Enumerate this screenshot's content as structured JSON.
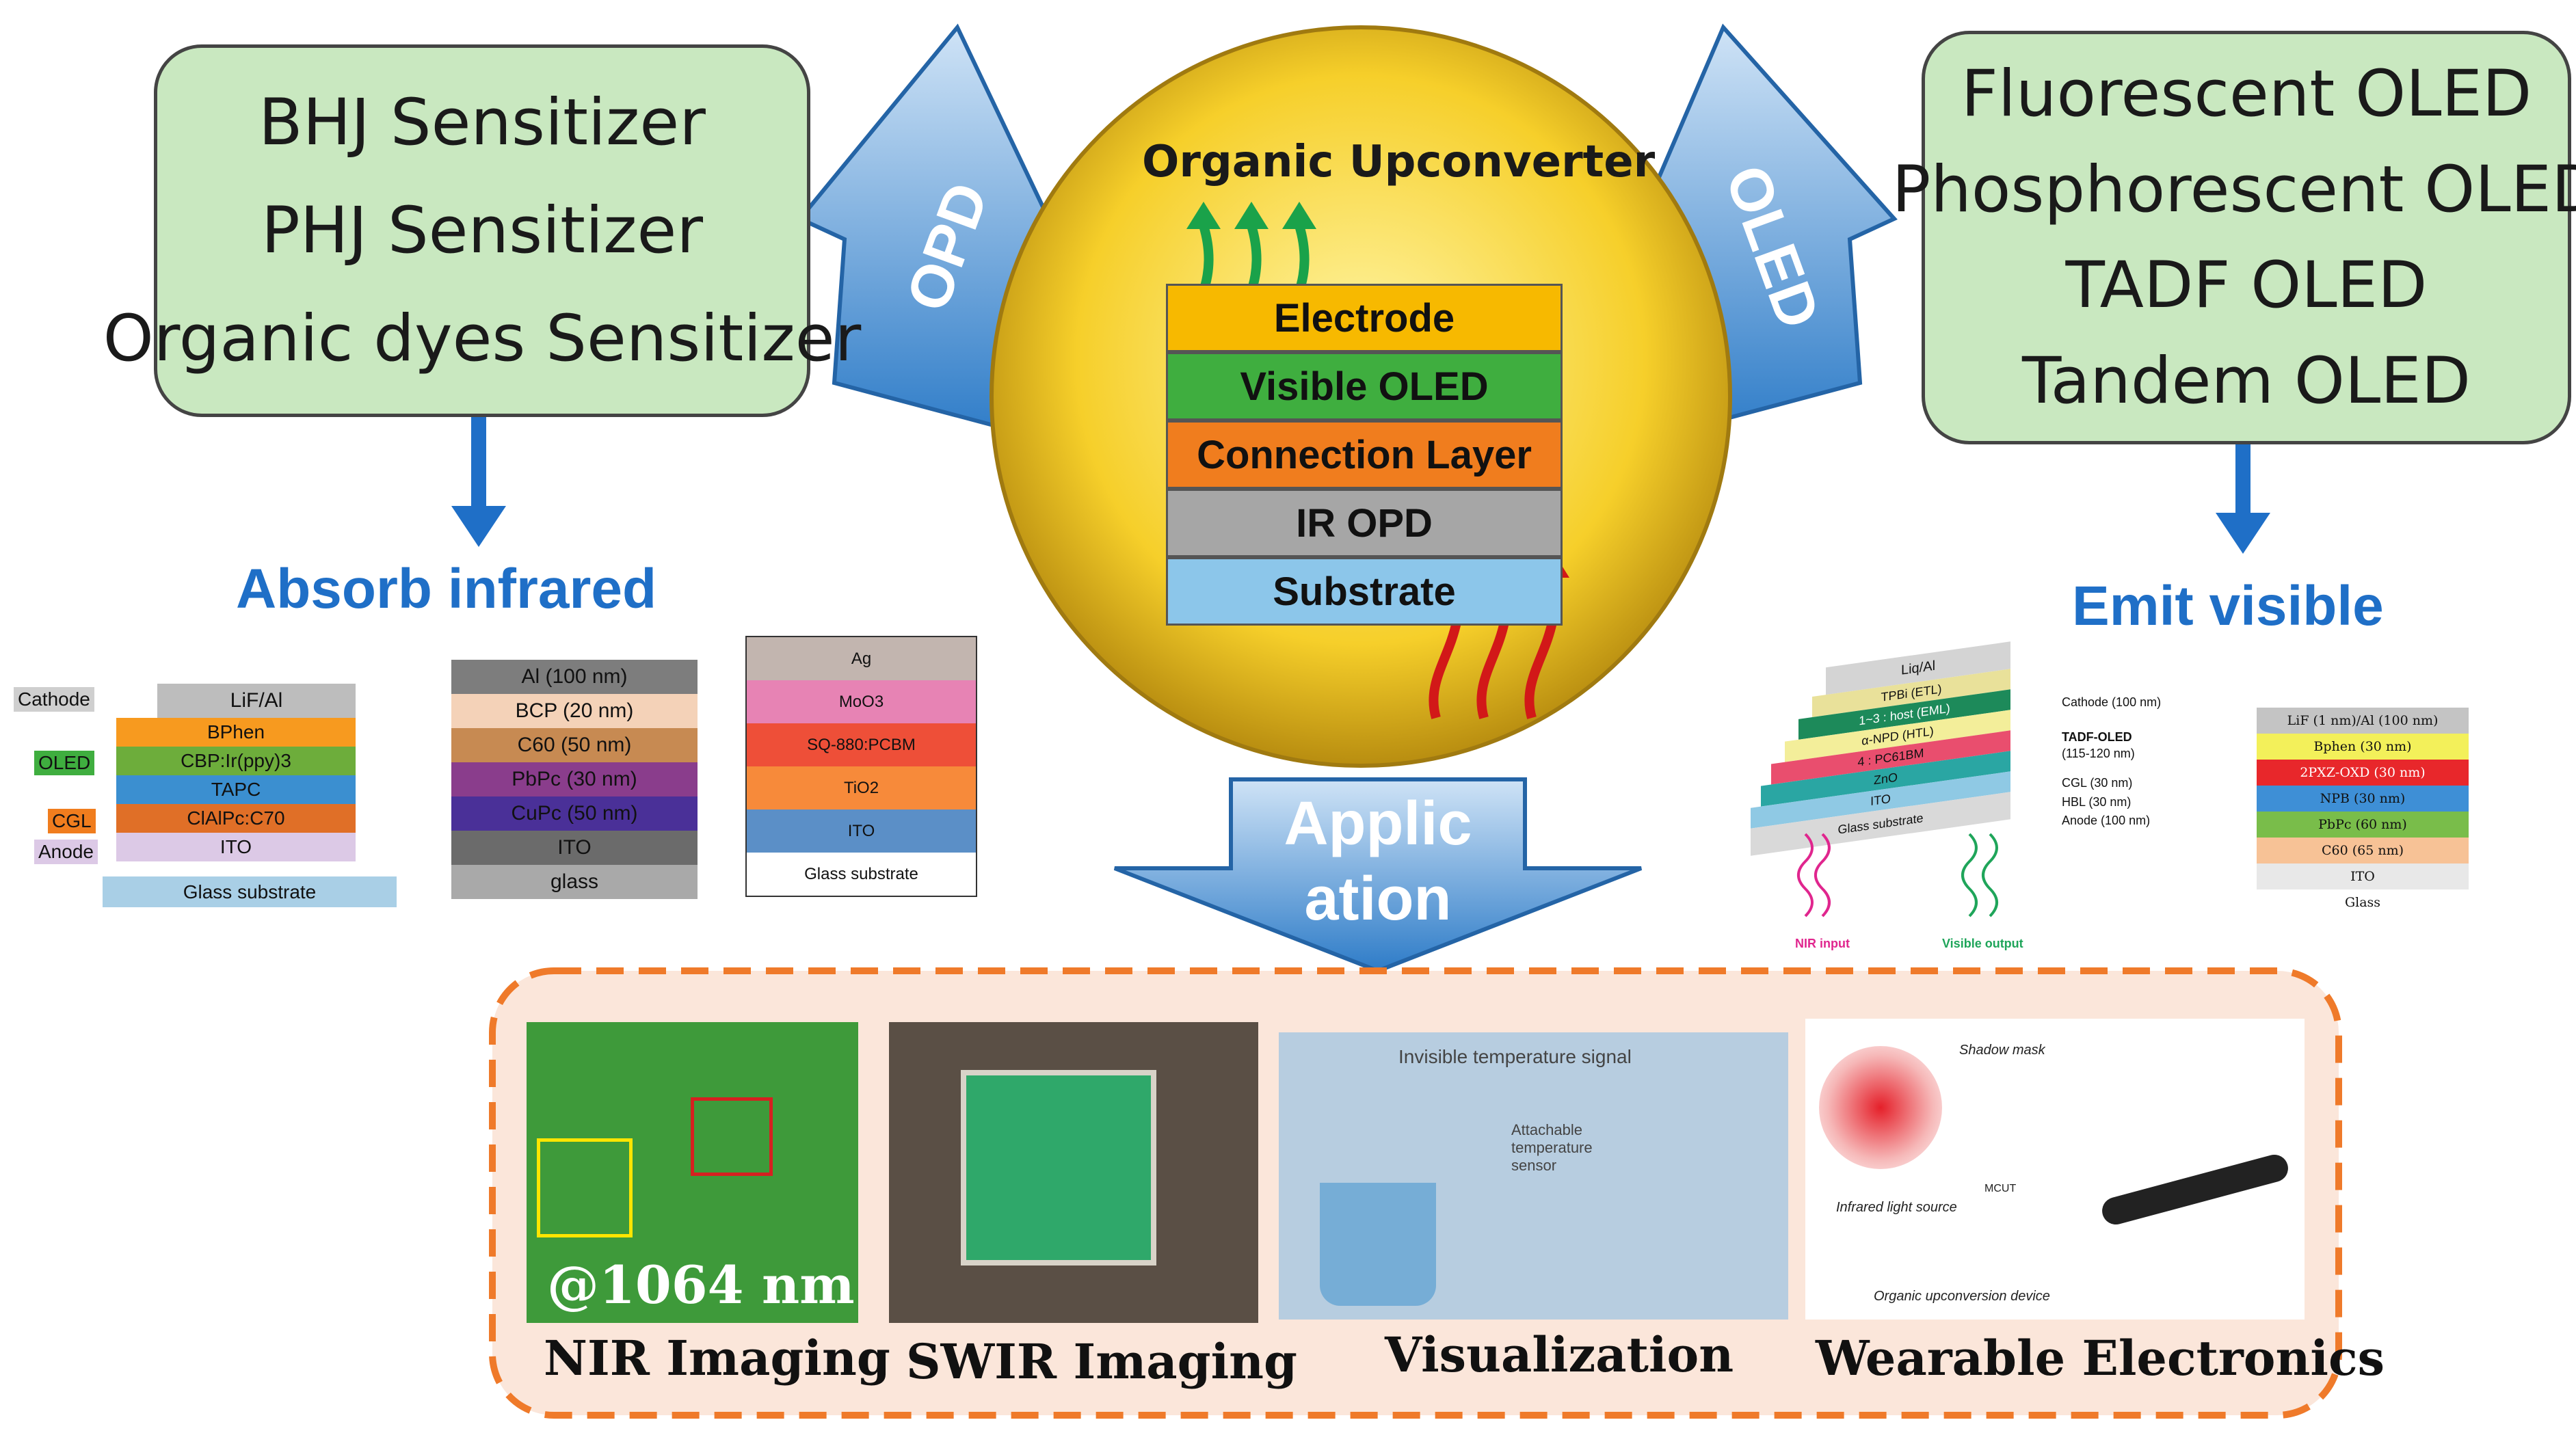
{
  "core": {
    "title": "Organic Upconverter",
    "layers": [
      "Electrode",
      "Visible OLED",
      "Connection Layer",
      "IR OPD",
      "Substrate"
    ],
    "layer_colors": [
      "#f7b900",
      "#3fae3f",
      "#f07d1e",
      "#a6a6a6",
      "#8cc6ea"
    ]
  },
  "arrows": {
    "left": "OPD",
    "right": "OLED",
    "bottom_line1": "Applic",
    "bottom_line2": "ation"
  },
  "left_box": {
    "items": [
      "BHJ Sensitizer",
      "PHJ Sensitizer",
      "Organic dyes Sensitizer"
    ]
  },
  "right_box": {
    "items": [
      "Fluorescent OLED",
      "Phosphorescent OLED",
      "TADF OLED",
      "Tandem OLED"
    ]
  },
  "left_heading": "Absorb infrared",
  "right_heading": "Emit visible",
  "device1": {
    "layers": [
      "LiF/Al",
      "BPhen",
      "CBP:Ir(ppy)3",
      "TAPC",
      "ClAlPc:C70",
      "ITO",
      "Glass substrate"
    ],
    "labels": {
      "cathode": "Cathode",
      "oled": "OLED",
      "cgl": "CGL",
      "anode": "Anode"
    }
  },
  "device2": {
    "layers": [
      "Al (100 nm)",
      "BCP (20 nm)",
      "C60 (50 nm)",
      "PbPc (30 nm)",
      "CuPc (50 nm)",
      "ITO",
      "glass"
    ]
  },
  "device3": {
    "layers": [
      "Ag",
      "MoO3",
      "SQ-880:PCBM",
      "TiO2",
      "ITO",
      "Glass substrate"
    ]
  },
  "device4": {
    "layers": [
      "Liq/Al",
      "TPBi (ETL)",
      "1~3 : host (EML)",
      "α-NPD (HTL)",
      "4 : PC61BM",
      "ZnO",
      "ITO",
      "Glass substrate"
    ],
    "labels": [
      "Cathode (100 nm)",
      "TADF-OLED",
      "(115-120 nm)",
      "CGL (30 nm)",
      "HBL (30 nm)",
      "Anode (100 nm)"
    ],
    "nir": "NIR input",
    "visible": "Visible output"
  },
  "device5": {
    "layers": [
      "LiF (1 nm)/Al (100 nm)",
      "Bphen (30 nm)",
      "2PXZ-OXD (30 nm)",
      "NPB (30 nm)",
      "PbPc (60 nm)",
      "C60 (65 nm)",
      "ITO",
      "Glass"
    ]
  },
  "applications": [
    {
      "caption": "NIR Imaging",
      "overlay": "@1064 nm"
    },
    {
      "caption": "SWIR Imaging"
    },
    {
      "caption": "Visualization",
      "overlay": "Invisible temperature signal",
      "overlay2": "Attachable temperature sensor"
    },
    {
      "caption": "Wearable Electronics",
      "labels": [
        "Shadow mask",
        "Infrared light source",
        "Organic upconversion device",
        "MCUT"
      ]
    }
  ]
}
